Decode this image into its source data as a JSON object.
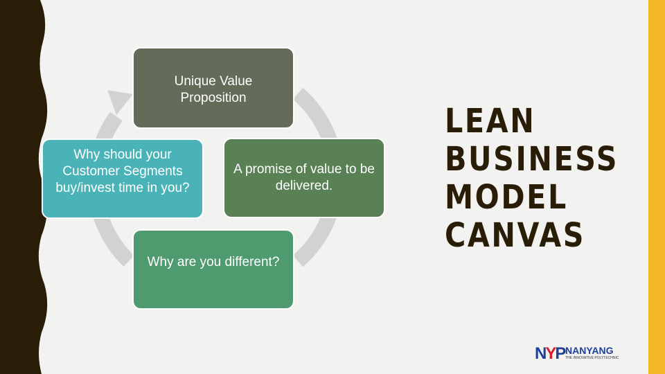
{
  "title": {
    "lines": [
      "LEAN",
      "BUSINESS",
      "MODEL",
      "CANVAS"
    ]
  },
  "diagram": {
    "top": "Unique Value Proposition",
    "left": "Why should your Customer Segments buy/invest time in you?",
    "right": "A promise of value to be delivered.",
    "bottom": "Why are you different?"
  },
  "logo": {
    "mark": "NYP",
    "name": "NANYANG",
    "tagline": "THE INNOVATIVE POLYTECHNIC"
  },
  "colors": {
    "accent_stripe": "#f5b829",
    "left_edge": "#2a1d07",
    "top_box": "#646b58",
    "left_box": "#4ab3b8",
    "right_box": "#5a8055",
    "bottom_box": "#4f9a6e",
    "cycle_ring": "#d2d2d0",
    "title_text": "#2a1d07"
  }
}
